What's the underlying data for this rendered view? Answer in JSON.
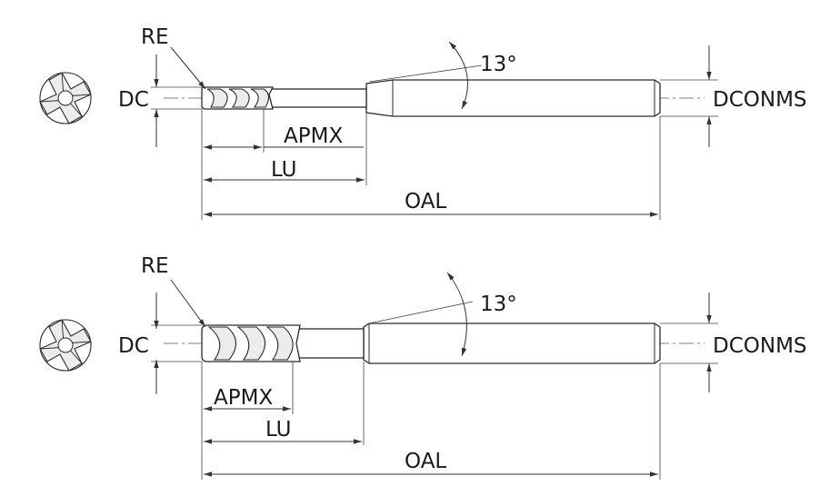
{
  "drawings": [
    {
      "id": "top-end-mill",
      "labels": {
        "re": "RE",
        "angle": "13°",
        "dc": "DC",
        "dconms": "DCONMS",
        "apmx": "APMX",
        "lu": "LU",
        "oal": "OAL"
      }
    },
    {
      "id": "bottom-end-mill",
      "labels": {
        "re": "RE",
        "angle": "13°",
        "dc": "DC",
        "dconms": "DCONMS",
        "apmx": "APMX",
        "lu": "LU",
        "oal": "OAL"
      }
    }
  ],
  "colors": {
    "line": "#2a2a2a",
    "flute_fill": "#ececec",
    "background": "#ffffff"
  }
}
